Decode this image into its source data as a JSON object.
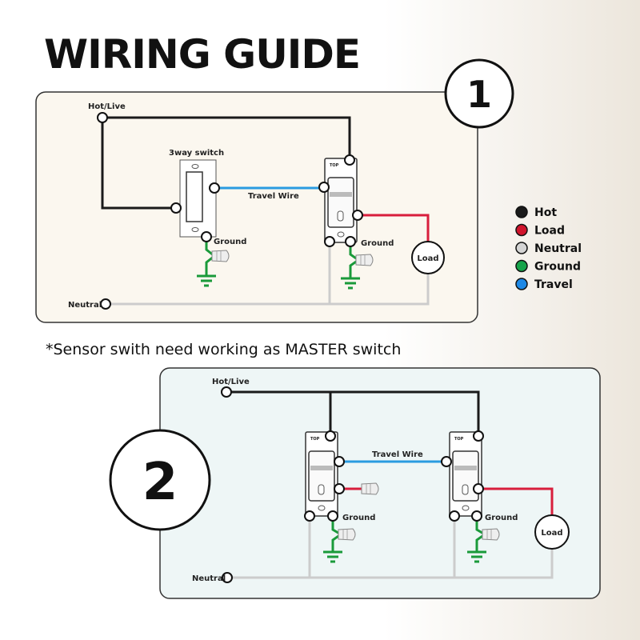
{
  "title": "WIRING GUIDE",
  "note": "*Sensor swith need working as MASTER switch",
  "diagram1": {
    "number": "1",
    "hot_label": "Hot/Live",
    "switch_label": "3way switch",
    "travel_label": "Travel Wire",
    "ground_label": "Ground",
    "load_label": "Load",
    "neutral_label": "Neutral"
  },
  "diagram2": {
    "number": "2",
    "hot_label": "Hot/Live",
    "travel_label": "Travel Wire",
    "ground_label": "Ground",
    "load_label": "Load",
    "neutral_label": "Neutral"
  },
  "legend": [
    {
      "label": "Hot",
      "color": "#1a1a1a"
    },
    {
      "label": "Load",
      "color": "#d0142c"
    },
    {
      "label": "Neutral",
      "color": "#d4d4d4"
    },
    {
      "label": "Ground",
      "color": "#16a34a"
    },
    {
      "label": "Travel",
      "color": "#1e88e5"
    }
  ],
  "colors": {
    "hot": "#1a1a1a",
    "load": "#d81e3c",
    "neutral": "#cccccc",
    "ground": "#1a9a3a",
    "travel": "#2a9be0"
  }
}
